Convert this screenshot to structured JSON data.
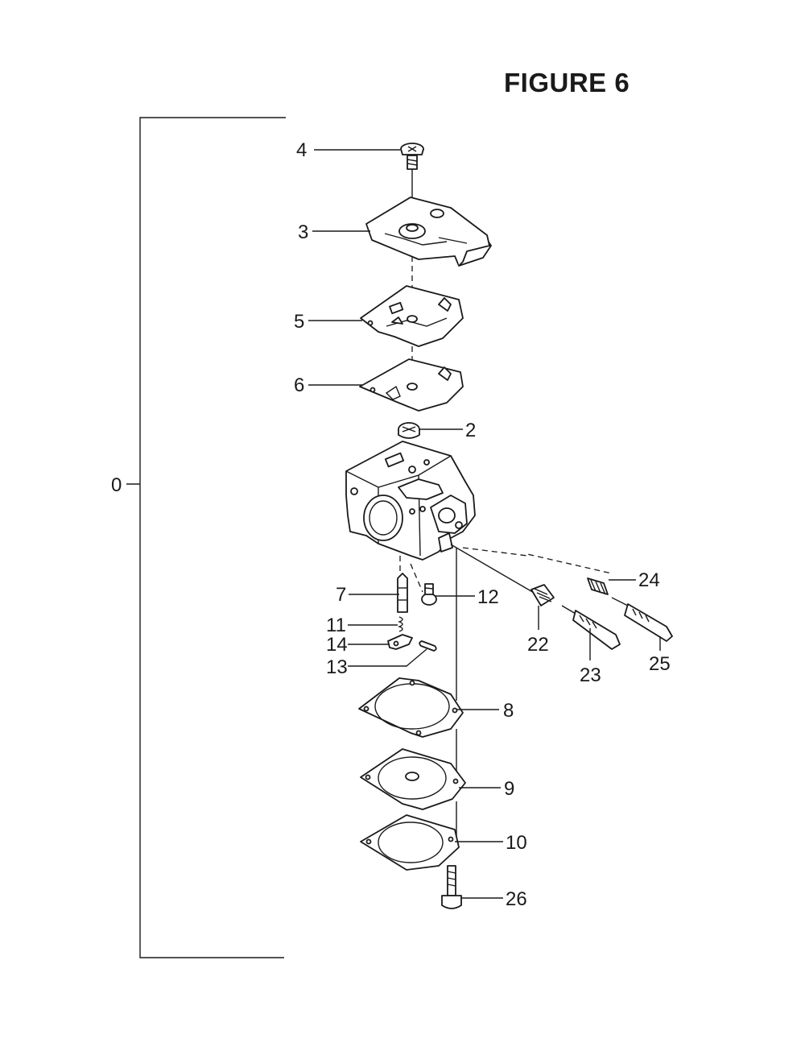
{
  "figure_title": "FIGURE 6",
  "assembly_label": "0",
  "parts": [
    {
      "id": "p4",
      "label": "4",
      "icon": "screw-icon"
    },
    {
      "id": "p3",
      "label": "3",
      "icon": "cover-plate-icon"
    },
    {
      "id": "p5",
      "label": "5",
      "icon": "diaphragm-icon"
    },
    {
      "id": "p6",
      "label": "6",
      "icon": "gasket-icon"
    },
    {
      "id": "p2",
      "label": "2",
      "icon": "screen-icon"
    },
    {
      "id": "p24",
      "label": "24",
      "icon": "spring-icon"
    },
    {
      "id": "p7",
      "label": "7",
      "icon": "shaft-icon"
    },
    {
      "id": "p12",
      "label": "12",
      "icon": "screw-icon"
    },
    {
      "id": "p11",
      "label": "11",
      "icon": "spring-icon"
    },
    {
      "id": "p14",
      "label": "14",
      "icon": "lever-icon"
    },
    {
      "id": "p13",
      "label": "13",
      "icon": "pin-icon"
    },
    {
      "id": "p22",
      "label": "22",
      "icon": "spring-icon"
    },
    {
      "id": "p23",
      "label": "23",
      "icon": "needle-icon"
    },
    {
      "id": "p25",
      "label": "25",
      "icon": "needle-icon"
    },
    {
      "id": "p8",
      "label": "8",
      "icon": "gasket-icon"
    },
    {
      "id": "p9",
      "label": "9",
      "icon": "diaphragm-icon"
    },
    {
      "id": "p10",
      "label": "10",
      "icon": "cover-icon"
    },
    {
      "id": "p26",
      "label": "26",
      "icon": "screw-icon"
    }
  ]
}
